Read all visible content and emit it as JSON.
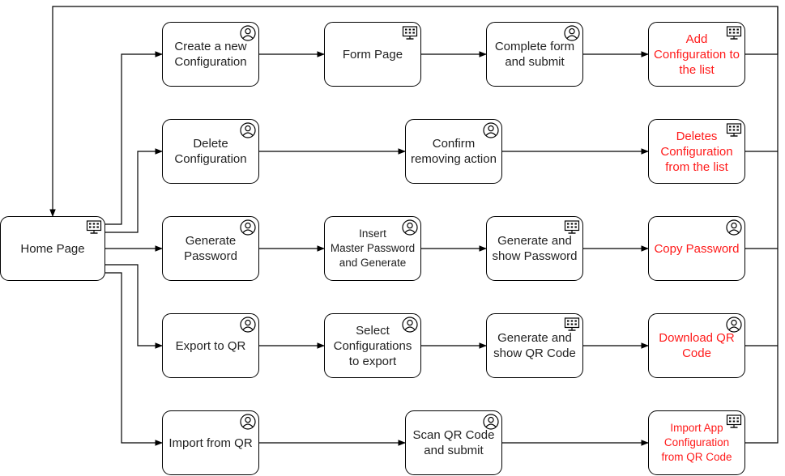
{
  "colors": {
    "stroke": "#000000",
    "text": "#222222",
    "highlight": "#ff1a1a"
  },
  "nodes": [
    {
      "id": "home",
      "label": "Home Page",
      "icon": "monitor-icon",
      "highlight": false
    },
    {
      "id": "create",
      "label": "Create a new\nConfiguration",
      "icon": "user-icon",
      "highlight": false
    },
    {
      "id": "form",
      "label": "Form Page",
      "icon": "monitor-icon",
      "highlight": false
    },
    {
      "id": "complete",
      "label": "Complete form\nand submit",
      "icon": "user-icon",
      "highlight": false
    },
    {
      "id": "add",
      "label": "Add\nConfiguration to\nthe list",
      "icon": "monitor-icon",
      "highlight": true
    },
    {
      "id": "delete",
      "label": "Delete\nConfiguration",
      "icon": "user-icon",
      "highlight": false
    },
    {
      "id": "confirm",
      "label": "Confirm\nremoving action",
      "icon": "user-icon",
      "highlight": false
    },
    {
      "id": "deletes",
      "label": "Deletes\nConfiguration\nfrom the list",
      "icon": "monitor-icon",
      "highlight": true
    },
    {
      "id": "genpw",
      "label": "Generate\nPassword",
      "icon": "user-icon",
      "highlight": false
    },
    {
      "id": "master",
      "label": "Insert\nMaster Password\nand Generate",
      "icon": "user-icon",
      "highlight": false
    },
    {
      "id": "showpw",
      "label": "Generate and\nshow Password",
      "icon": "monitor-icon",
      "highlight": false
    },
    {
      "id": "copy",
      "label": "Copy Password",
      "icon": "user-icon",
      "highlight": true
    },
    {
      "id": "export",
      "label": "Export to QR",
      "icon": "user-icon",
      "highlight": false
    },
    {
      "id": "select",
      "label": "Select\nConfigurations\nto export",
      "icon": "user-icon",
      "highlight": false
    },
    {
      "id": "showqr",
      "label": "Generate and\nshow QR Code",
      "icon": "monitor-icon",
      "highlight": false
    },
    {
      "id": "download",
      "label": "Download QR\nCode",
      "icon": "user-icon",
      "highlight": true
    },
    {
      "id": "import",
      "label": "Import from QR",
      "icon": "user-icon",
      "highlight": false
    },
    {
      "id": "scan",
      "label": "Scan QR Code\nand submit",
      "icon": "user-icon",
      "highlight": false
    },
    {
      "id": "importapp",
      "label": "Import App\nConfiguration\nfrom QR Code",
      "icon": "monitor-icon",
      "highlight": true
    }
  ],
  "edges": [
    {
      "from": "home",
      "to": "create"
    },
    {
      "from": "home",
      "to": "delete"
    },
    {
      "from": "home",
      "to": "genpw"
    },
    {
      "from": "home",
      "to": "export"
    },
    {
      "from": "home",
      "to": "import"
    },
    {
      "from": "create",
      "to": "form"
    },
    {
      "from": "form",
      "to": "complete"
    },
    {
      "from": "complete",
      "to": "add"
    },
    {
      "from": "delete",
      "to": "confirm"
    },
    {
      "from": "confirm",
      "to": "deletes"
    },
    {
      "from": "genpw",
      "to": "master"
    },
    {
      "from": "master",
      "to": "showpw"
    },
    {
      "from": "showpw",
      "to": "copy"
    },
    {
      "from": "export",
      "to": "select"
    },
    {
      "from": "select",
      "to": "showqr"
    },
    {
      "from": "showqr",
      "to": "download"
    },
    {
      "from": "import",
      "to": "scan"
    },
    {
      "from": "scan",
      "to": "importapp"
    },
    {
      "from": "add",
      "to": "home"
    },
    {
      "from": "deletes",
      "to": "home"
    },
    {
      "from": "copy",
      "to": "home"
    },
    {
      "from": "download",
      "to": "home"
    },
    {
      "from": "importapp",
      "to": "home"
    }
  ]
}
